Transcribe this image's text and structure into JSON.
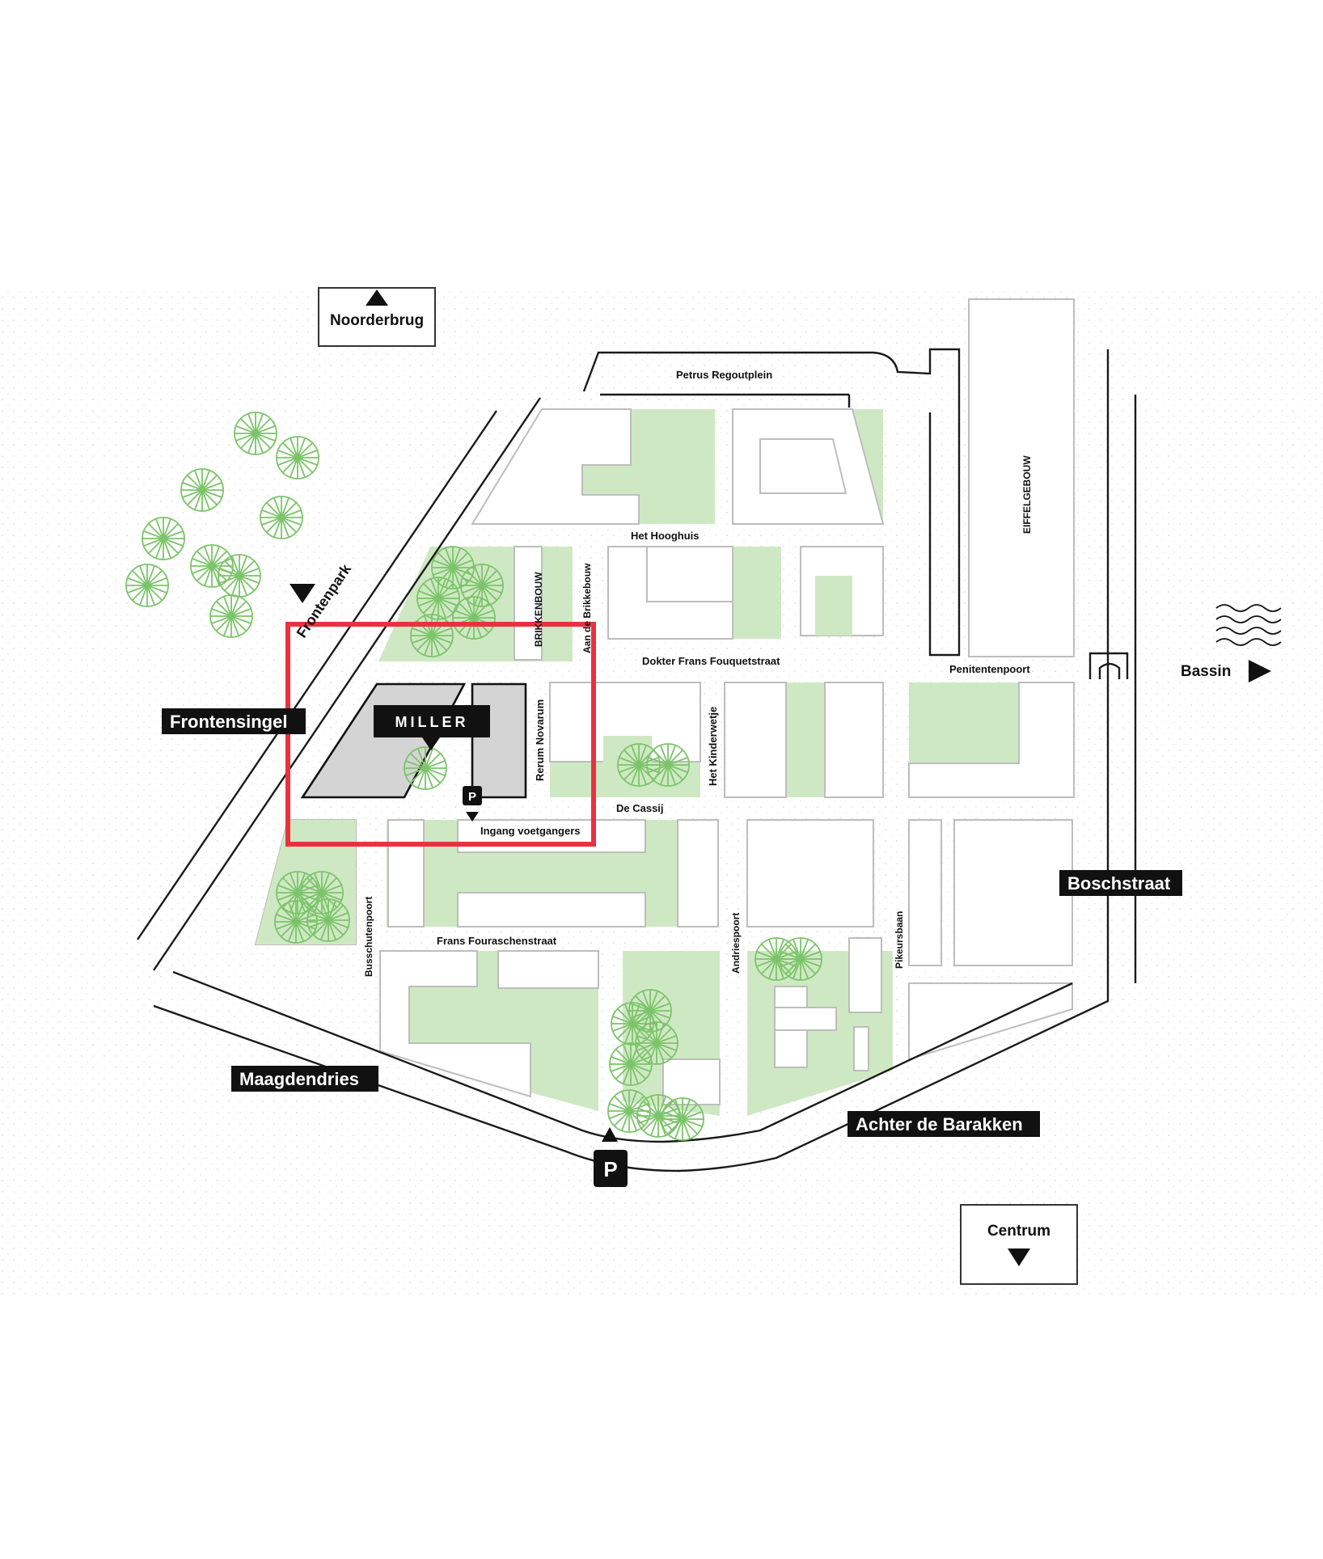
{
  "map": {
    "brand_label": "MILLER",
    "directions": {
      "noorderbrug": "Noorderbrug",
      "centrum": "Centrum",
      "bassin": "Bassin"
    },
    "main_roads": {
      "frontensingel": "Frontensingel",
      "maagdendries": "Maagdendries",
      "achter_de_barakken": "Achter de Barakken",
      "boschstraat": "Boschstraat"
    },
    "streets": {
      "frontenpark": "Frontenpark",
      "petrus_regoutplein": "Petrus Regoutplein",
      "het_hooghuis": "Het Hooghuis",
      "brikkenbouw": "BRIKKENBOUW",
      "aan_de_brikkebouw": "Aan de Brikkebouw",
      "eiffelgebouw": "EIFFELGEBOUW",
      "dokter_frans_fouquetstraat": "Dokter Frans Fouquetstraat",
      "penitentenpoort": "Penitentenpoort",
      "rerum_novarum": "Rerum Novarum",
      "het_kinderwetje": "Het Kinderwetje",
      "de_cassij": "De Cassij",
      "ingang_voetgangers": "Ingang voetgangers",
      "busschutenpoort": "Busschutenpoort",
      "frans_fouraschenstraat": "Frans Fouraschenstraat",
      "andriespoort": "Andriespoort",
      "pikeursbaan": "Pikeursbaan"
    },
    "parking_labels": {
      "small": "P",
      "large": "P"
    },
    "colors": {
      "highlight_frame": "#e8323f",
      "park_green": "#cfe8c4",
      "tree_green": "#7cc46a",
      "label_background": "#111111",
      "target_building": "#d4d4d4"
    }
  }
}
